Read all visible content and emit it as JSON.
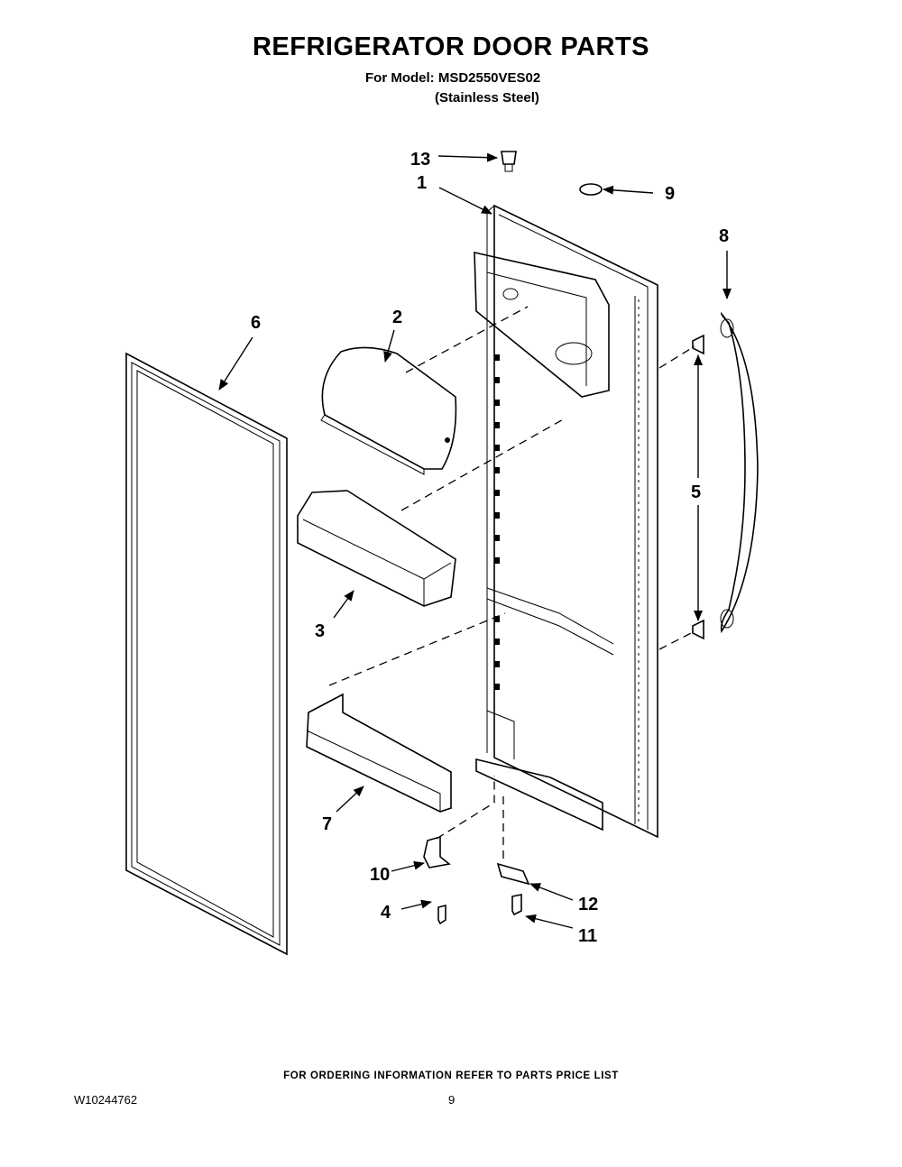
{
  "header": {
    "title": "REFRIGERATOR DOOR PARTS",
    "model_line": "For Model:  MSD2550VES02",
    "finish_line": "(Stainless Steel)"
  },
  "callouts": [
    "1",
    "2",
    "3",
    "4",
    "5",
    "6",
    "7",
    "8",
    "9",
    "10",
    "11",
    "12",
    "13"
  ],
  "footer": {
    "ordering_note": "FOR ORDERING INFORMATION REFER TO PARTS PRICE LIST",
    "document_number": "W10244762",
    "page_number": "9"
  }
}
